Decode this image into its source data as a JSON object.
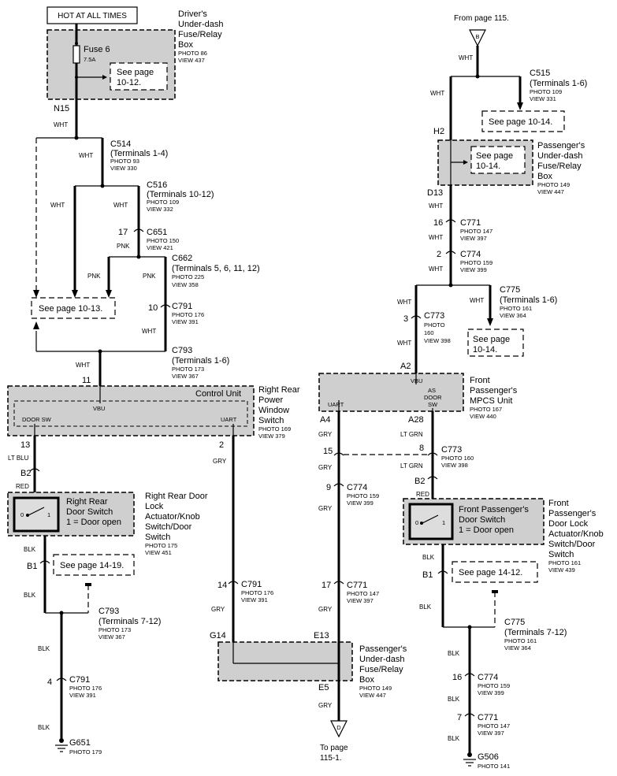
{
  "hot": "HOT AT ALL TIMES",
  "from_page": "From page 115.",
  "to_page": [
    "To page",
    "115-1."
  ],
  "conn_b": "B",
  "conn_d": "D",
  "fuse": {
    "name": "Fuse 6",
    "amp": "7.5A"
  },
  "comps": {
    "driver_box": [
      "Driver's",
      "Under-dash",
      "Fuse/Relay",
      "Box"
    ],
    "driver_box_photo": [
      "PHOTO 86",
      "VIEW 437"
    ],
    "pass_box_top": [
      "Passenger's",
      "Under-dash",
      "Fuse/Relay",
      "Box"
    ],
    "pass_box_top_photo": [
      "PHOTO 149",
      "VIEW 447"
    ],
    "control_unit": "Control Unit",
    "rr_switch": [
      "Right Rear",
      "Power",
      "Window",
      "Switch"
    ],
    "rr_switch_photo": [
      "PHOTO 169",
      "VIEW 379"
    ],
    "mpcs": [
      "Front",
      "Passenger's",
      "MPCS Unit"
    ],
    "mpcs_photo": [
      "PHOTO 167",
      "VIEW 440"
    ],
    "rr_door": [
      "Right Rear Door",
      "Lock",
      "Actuator/Knob",
      "Switch/Door",
      "Switch"
    ],
    "rr_door_photo": [
      "PHOTO 175",
      "VIEW 451"
    ],
    "rr_door_inner": [
      "Right Rear",
      "Door Switch",
      "1 = Door open"
    ],
    "fp_door": [
      "Front",
      "Passenger's",
      "Door Lock",
      "Actuator/Knob",
      "Switch/Door",
      "Switch"
    ],
    "fp_door_photo": [
      "PHOTO 161",
      "VIEW 439"
    ],
    "fp_door_inner": [
      "Front Passenger's",
      "Door Switch",
      "1 = Door open"
    ],
    "pass_box_bot": [
      "Passenger's",
      "Under-dash",
      "Fuse/Relay",
      "Box"
    ],
    "pass_box_bot_photo": [
      "PHOTO 149",
      "VIEW 447"
    ]
  },
  "refs": {
    "r1012": [
      "See page",
      "10-12."
    ],
    "r1014a": "See page 10-14.",
    "r1014b": [
      "See page",
      "10-14."
    ],
    "r1014c": [
      "See page",
      "10-14."
    ],
    "r1013": "See page 10-13.",
    "r1419": "See page 14-19.",
    "r1412": "See page 14-12."
  },
  "conns": {
    "c514": [
      "C514",
      "(Terminals 1-4)",
      "PHOTO 93",
      "VIEW 330"
    ],
    "c516": [
      "C516",
      "(Terminals 10-12)",
      "PHOTO 109",
      "VIEW 332"
    ],
    "c651": [
      "C651",
      "PHOTO 150",
      "VIEW 421"
    ],
    "c662": [
      "C662",
      "(Terminals 5, 6, 11, 12)",
      "PHOTO 225",
      "VIEW 358"
    ],
    "c791a": [
      "C791",
      "PHOTO 176",
      "VIEW 391"
    ],
    "c793a": [
      "C793",
      "(Terminals 1-6)",
      "PHOTO 173",
      "VIEW 367"
    ],
    "c515": [
      "C515",
      "(Terminals 1-6)",
      "PHOTO 109",
      "VIEW 331"
    ],
    "c771a": [
      "C771",
      "PHOTO 147",
      "VIEW 397"
    ],
    "c774a": [
      "C774",
      "PHOTO 159",
      "VIEW 399"
    ],
    "c775a": [
      "C775",
      "(Terminals 1-6)",
      "PHOTO 161",
      "VIEW 364"
    ],
    "c773a": [
      "C773",
      "PHOTO",
      "160",
      "VIEW 398"
    ],
    "c773b": [
      "C773",
      "PHOTO 160",
      "VIEW 398"
    ],
    "c774b": [
      "C774",
      "PHOTO 159",
      "VIEW 399"
    ],
    "c793b": [
      "C793",
      "(Terminals 7-12)",
      "PHOTO 173",
      "VIEW 367"
    ],
    "c791b": [
      "C791",
      "PHOTO 176",
      "VIEW 391"
    ],
    "c791c": [
      "C791",
      "PHOTO 176",
      "VIEW 391"
    ],
    "c771b": [
      "C771",
      "PHOTO 147",
      "VIEW 397"
    ],
    "c775b": [
      "C775",
      "(Terminals 7-12)",
      "PHOTO 161",
      "VIEW 364"
    ],
    "c774c": [
      "C774",
      "PHOTO 159",
      "VIEW 399"
    ],
    "c771c": [
      "C771",
      "PHOTO 147",
      "VIEW 397"
    ]
  },
  "grounds": {
    "g651": [
      "G651",
      "PHOTO 179"
    ],
    "g506": [
      "G506",
      "PHOTO 141"
    ]
  },
  "pins": {
    "n15": "N15",
    "p11": "11",
    "p13": "13",
    "p2": "2",
    "b2a": "B2",
    "b1a": "B1",
    "p4": "4",
    "p14": "14",
    "g14": "G14",
    "p17a": "17",
    "p10": "10",
    "h2": "H2",
    "d13": "D13",
    "p16a": "16",
    "p2b": "2",
    "p3": "3",
    "a2": "A2",
    "a4": "A4",
    "a28": "A28",
    "p15": "15",
    "p8": "8",
    "p9": "9",
    "p17b": "17",
    "e13": "E13",
    "e5": "E5",
    "b2b": "B2",
    "b1b": "B1",
    "p16b": "16",
    "p7": "7"
  },
  "inner": {
    "vbu": "VBU",
    "door_sw": "DOOR SW",
    "uart": "UART",
    "vbu2": "VBU",
    "as": "AS",
    "door": "DOOR",
    "sw": "SW",
    "uart2": "UART",
    "o": "0",
    "one": "1"
  },
  "wires": {
    "wht": "WHT",
    "pnk": "PNK",
    "gry": "GRY",
    "blk": "BLK",
    "red": "RED",
    "ltblu": "LT BLU",
    "ltgrn": "LT GRN"
  }
}
